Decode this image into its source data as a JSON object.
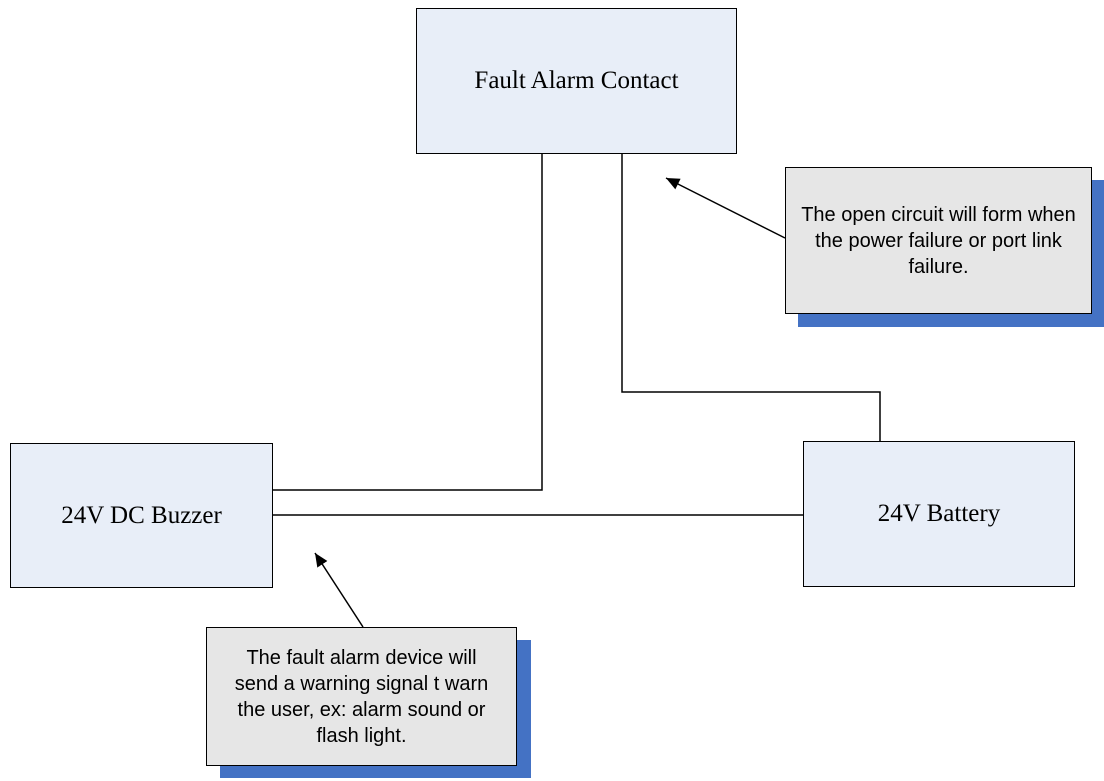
{
  "blocks": {
    "fault_contact": "Fault Alarm Contact",
    "buzzer": "24V DC Buzzer",
    "battery": "24V Battery"
  },
  "notes": {
    "open_circuit": "The open circuit will form when the power failure or port link failure.",
    "fault_device": "The fault alarm device will send a warning signal t warn the user, ex: alarm sound or flash light."
  },
  "colors": {
    "block_fill": "#e8eef8",
    "note_fill": "#e6e6e6",
    "note_shadow": "#4472c4",
    "line": "#000000"
  }
}
